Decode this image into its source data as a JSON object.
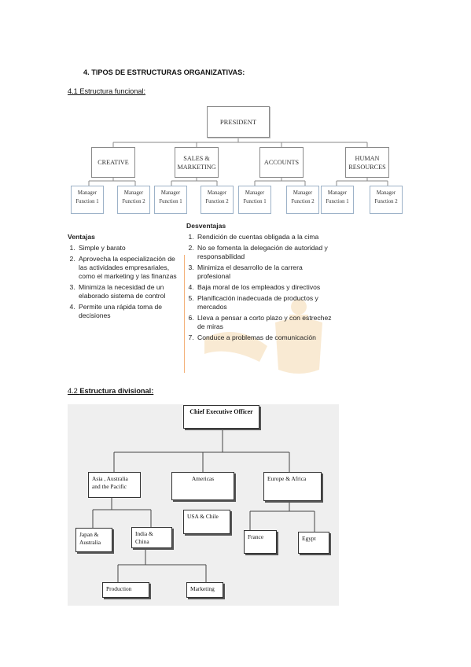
{
  "section": {
    "heading": "4.   TIPOS DE ESTRUCTURAS ORGANIZATIVAS:",
    "sub1": "4.1 Estructura funcional:",
    "sub2_prefix": "4.2 ",
    "sub2_bold": "Estructura divisional:"
  },
  "functional_chart": {
    "top": "PRESIDENT",
    "departments": [
      {
        "name": "CREATIVE",
        "managers": [
          [
            "Manager",
            "Function 1"
          ],
          [
            "Manager",
            "Function 2"
          ]
        ]
      },
      {
        "name": "SALES & MARKETING",
        "managers": [
          [
            "Manager",
            "Function 1"
          ],
          [
            "Manager",
            "Function 2"
          ]
        ]
      },
      {
        "name": "ACCOUNTS",
        "managers": [
          [
            "Manager",
            "Function 1"
          ],
          [
            "Manager",
            "Function 2"
          ]
        ]
      },
      {
        "name": "HUMAN RESOURCES",
        "managers": [
          [
            "Manager",
            "Function 1"
          ],
          [
            "Manager",
            "Function 2"
          ]
        ]
      }
    ]
  },
  "ventajas": {
    "title": "Ventajas",
    "items": [
      "Simple y barato",
      "Aprovecha la especialización de las actividades empresariales, como el marketing y las finanzas",
      "Minimiza la necesidad de un elaborado sistema de control",
      "Permite una rápida toma de decisiones"
    ]
  },
  "desventajas": {
    "title": "Desventajas",
    "items": [
      "Rendición de cuentas obligada a la cima",
      "No se fomenta la delegación de autoridad y responsabilidad",
      "Minimiza el desarrollo de la carrera profesional",
      "Baja moral de los empleados y directivos",
      "Planificación inadecuada de productos y mercados",
      "Lleva a pensar a corto plazo y con estrechez de miras",
      "Conduce a problemas de comunicación"
    ]
  },
  "divisional_chart": {
    "ceo": "Chief Executive Officer",
    "divisions": [
      "Asia , Australia and the Pacific",
      "Americas",
      "Europe & Africa"
    ],
    "asia_sub": [
      "Japan & Australia",
      "India & China"
    ],
    "americas_sub": "USA & Chile",
    "europe_sub": [
      "France",
      "Egypt"
    ],
    "india_sub": [
      "Production",
      "Marketing"
    ]
  },
  "colors": {
    "watermark": "#e8a33a",
    "rule": "#f3b27a"
  }
}
